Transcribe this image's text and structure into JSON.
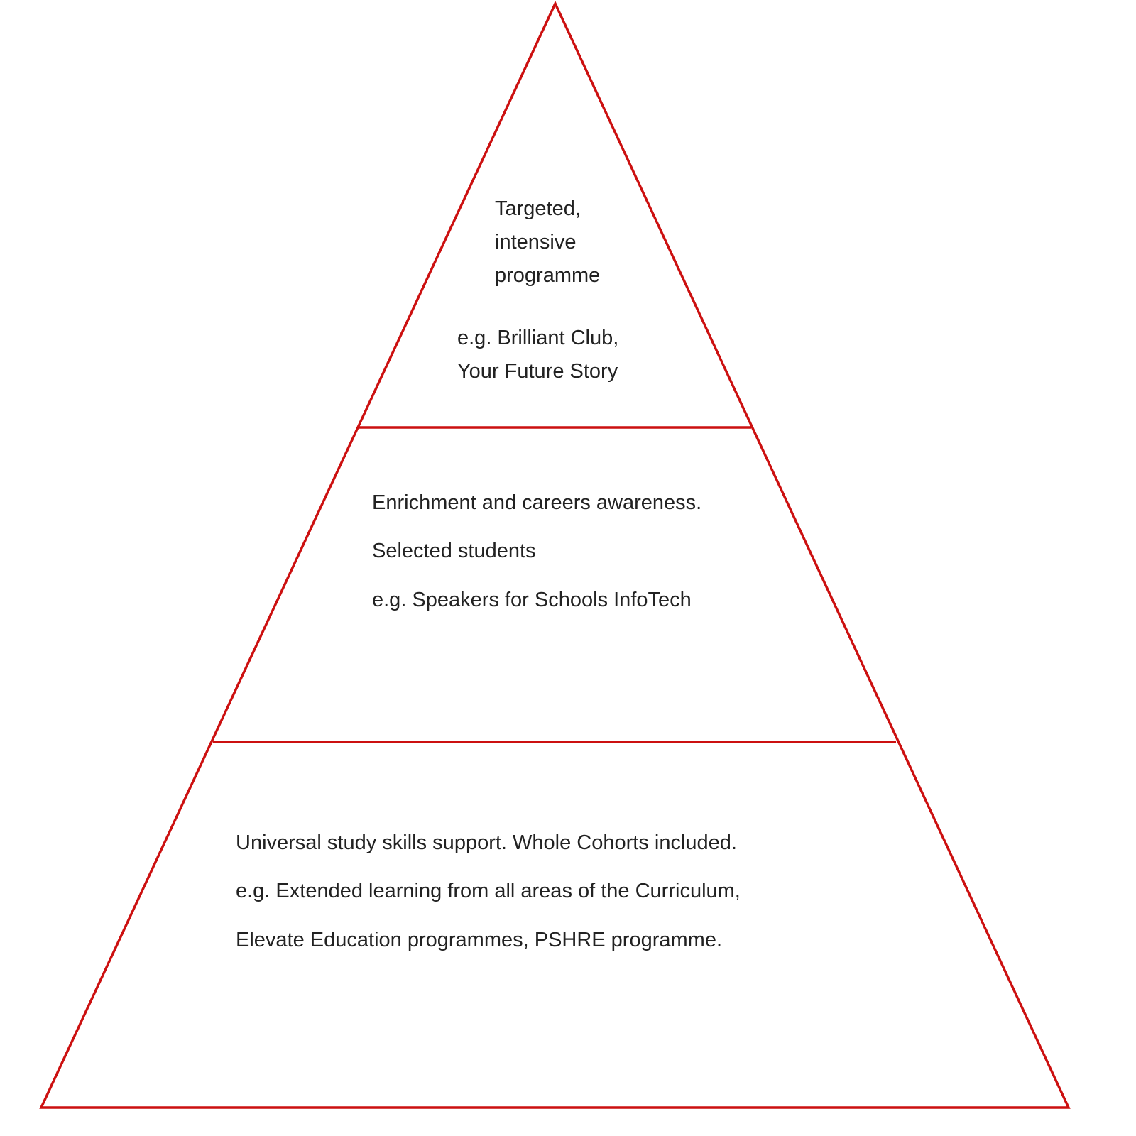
{
  "colors": {
    "line": "#cc1010",
    "text": "#222222"
  },
  "tiers": {
    "top": {
      "lines": [
        "Targeted,",
        "intensive",
        "programme"
      ],
      "examples": [
        "e.g. Brilliant Club,",
        "Your Future Story"
      ]
    },
    "middle": {
      "lines": [
        "Enrichment and careers awareness.",
        "Selected students",
        "e.g. Speakers for Schools InfoTech"
      ]
    },
    "bottom": {
      "lines": [
        "Universal study skills support.  Whole Cohorts included.",
        "e.g. Extended learning from all areas of the Curriculum,",
        "Elevate Education programmes,   PSHRE programme."
      ]
    }
  }
}
